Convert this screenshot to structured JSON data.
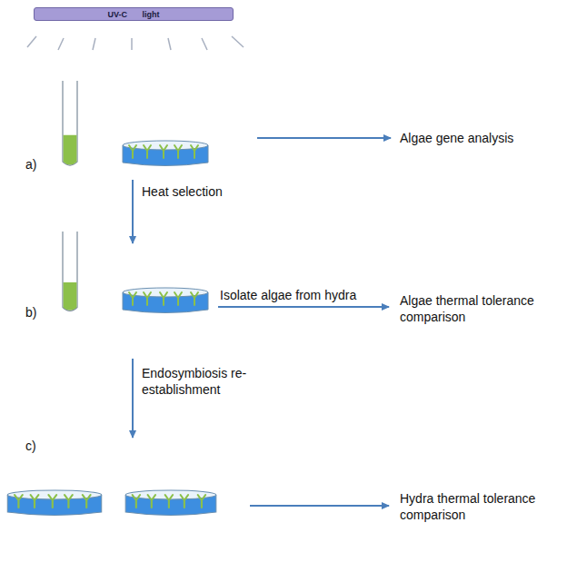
{
  "diagram": {
    "nodes": [
      {
        "text": [
          "UV-C light"
        ]
      }
    ],
    "labels": [
      "a)",
      "b)",
      "c)",
      "Heat selection",
      "Isolate algae from hydra",
      "Endosymbiosis re-establishment",
      "Algae gene analysis",
      "Algae thermal tolerance comparison",
      "Hydra thermal tolerance comparison"
    ]
  }
}
